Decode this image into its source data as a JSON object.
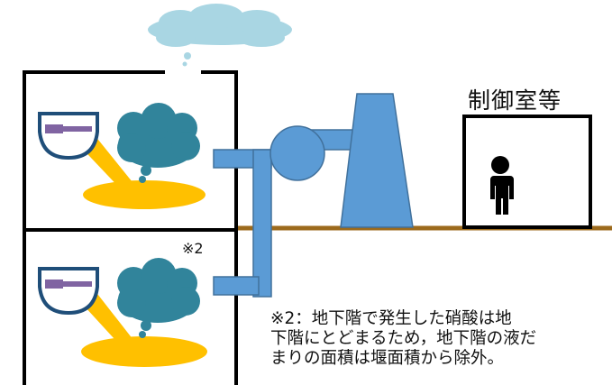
{
  "labels": {
    "room": "制御室等",
    "note_mark": "※2",
    "note_lines": [
      "※2：地下階で発生した硝酸は地",
      "下階にとどまるため，地下階の液だ",
      "まりの面積は堰面積から除外。"
    ]
  },
  "colors": {
    "duct_blue": "#5b9bd5",
    "duct_blue_dark": "#41719c",
    "cloud": "#a9d6e3",
    "gas": "#31849b",
    "puddle": "#ffc000",
    "ground": "#9c6a1c",
    "tank_handle": "#8064a2"
  }
}
